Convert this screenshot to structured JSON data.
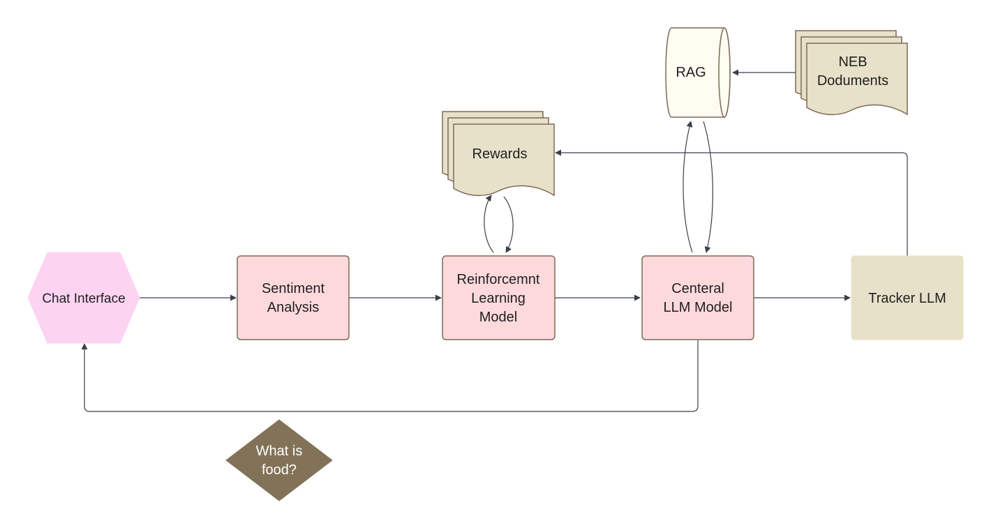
{
  "nodes": {
    "chat_interface": {
      "label": "Chat Interface"
    },
    "sentiment_analysis": {
      "line1": "Sentiment",
      "line2": "Analysis"
    },
    "reinforcement_learning": {
      "line1": "Reinforcemnt",
      "line2": "Learning",
      "line3": "Model"
    },
    "central_llm": {
      "line1": "Centeral",
      "line2": "LLM Model"
    },
    "tracker_llm": {
      "label": "Tracker LLM"
    },
    "rewards": {
      "label": "Rewards"
    },
    "rag": {
      "label": "RAG"
    },
    "neb_documents": {
      "line1": "NEB",
      "line2": "Doduments"
    },
    "decision": {
      "line1": "What is",
      "line2": "food?"
    }
  },
  "colors": {
    "process_fill": "#fdd9dc",
    "process_stroke": "#7a6a58",
    "hexagon_fill": "#fdd3f2",
    "document_fill": "#e7e1c9",
    "document_stroke": "#7a6a58",
    "cylinder_fill": "#fffcf1",
    "tracker_fill": "#e7e1c9",
    "decision_fill": "#827358",
    "edge": "#3a3f4a"
  }
}
